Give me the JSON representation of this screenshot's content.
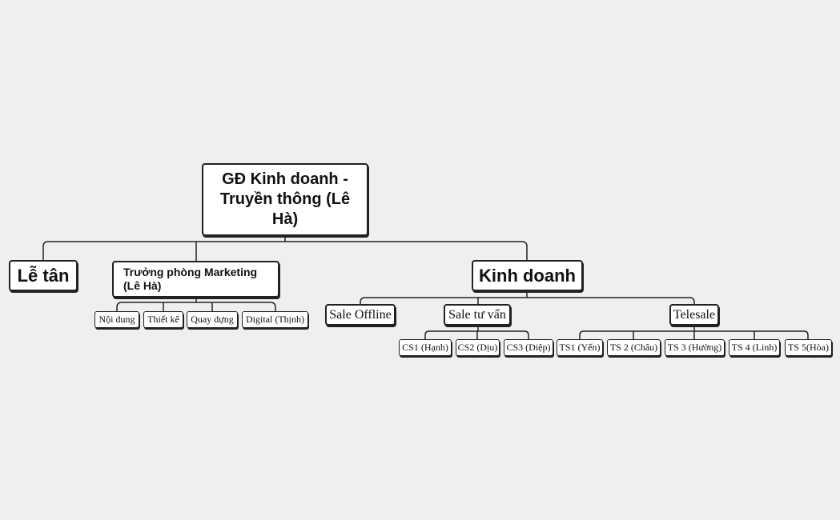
{
  "root": {
    "label": "GĐ Kinh doanh - Truyền thông (Lê Hà)"
  },
  "level1": {
    "le_tan": "Lễ tân",
    "marketing": "Trưởng phòng Marketing (Lê Hà)",
    "kinh_doanh": "Kinh doanh"
  },
  "marketing_children": [
    "Nội dung",
    "Thiết kế",
    "Quay dựng",
    "Digital (Thịnh)"
  ],
  "kinh_doanh_children": {
    "sale_offline": "Sale Offline",
    "sale_tu_van": "Sale tư vấn",
    "telesale": "Telesale"
  },
  "sale_tu_van_children": [
    "CS1 (Hạnh)",
    "CS2 (Dịu)",
    "CS3 (Diệp)"
  ],
  "telesale_children": [
    "TS1 (Yến)",
    "TS 2 (Châu)",
    "TS 3 (Hường)",
    "TS 4 (Linh)",
    "TS 5(Hòa)"
  ]
}
